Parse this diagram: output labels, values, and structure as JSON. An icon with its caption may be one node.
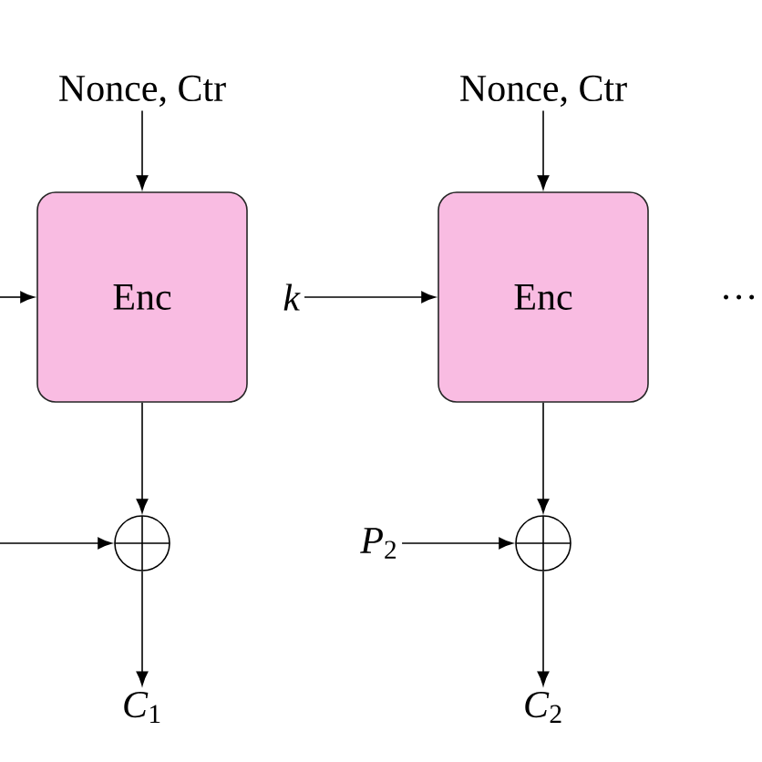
{
  "diagram": {
    "nodes": [
      {
        "text": [
          "Nonce, Ctr"
        ]
      },
      {
        "text": [
          "Enc"
        ]
      },
      {
        "text": [],
        "shape": "circle"
      },
      {
        "text": [
          "*C*$_{1}$"
        ]
      },
      {
        "text": [
          "Nonce, Ctr"
        ]
      },
      {
        "text": [
          "*k*"
        ]
      },
      {
        "text": [
          "Enc"
        ]
      },
      {
        "text": [
          "*P*$_{2}$"
        ]
      },
      {
        "text": [],
        "shape": "circle"
      },
      {
        "text": [
          "*C*$_{2}$"
        ]
      }
    ],
    "edges": [
      {
        "from": 0,
        "to": 1,
        "arrow": "to"
      },
      {
        "from": null,
        "to": 1,
        "arrow": "to"
      },
      {
        "from": 1,
        "to": 2,
        "arrow": "to"
      },
      {
        "from": null,
        "to": 2,
        "arrow": "to"
      },
      {
        "from": 2,
        "to": 3,
        "arrow": "to"
      },
      {
        "from": 4,
        "to": 6,
        "arrow": "to"
      },
      {
        "from": 5,
        "to": 6,
        "arrow": "to"
      },
      {
        "from": 6,
        "to": 8,
        "arrow": "to"
      },
      {
        "from": 7,
        "to": 8,
        "arrow": "to"
      },
      {
        "from": 8,
        "to": 9,
        "arrow": "to"
      }
    ],
    "labels": [
      "…"
    ]
  }
}
